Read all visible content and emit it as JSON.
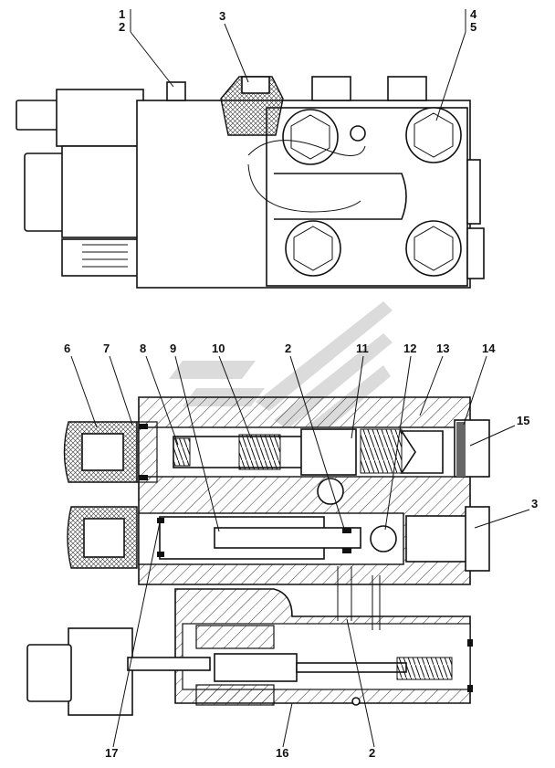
{
  "top_view": {
    "callouts": [
      "1",
      "2",
      "3",
      "4",
      "5"
    ]
  },
  "section_view": {
    "callouts_top": [
      "6",
      "7",
      "8",
      "9",
      "10",
      "2",
      "11",
      "12",
      "13",
      "14"
    ],
    "callouts_right": [
      "15",
      "3"
    ],
    "callouts_bottom": [
      "17",
      "16",
      "2"
    ]
  }
}
